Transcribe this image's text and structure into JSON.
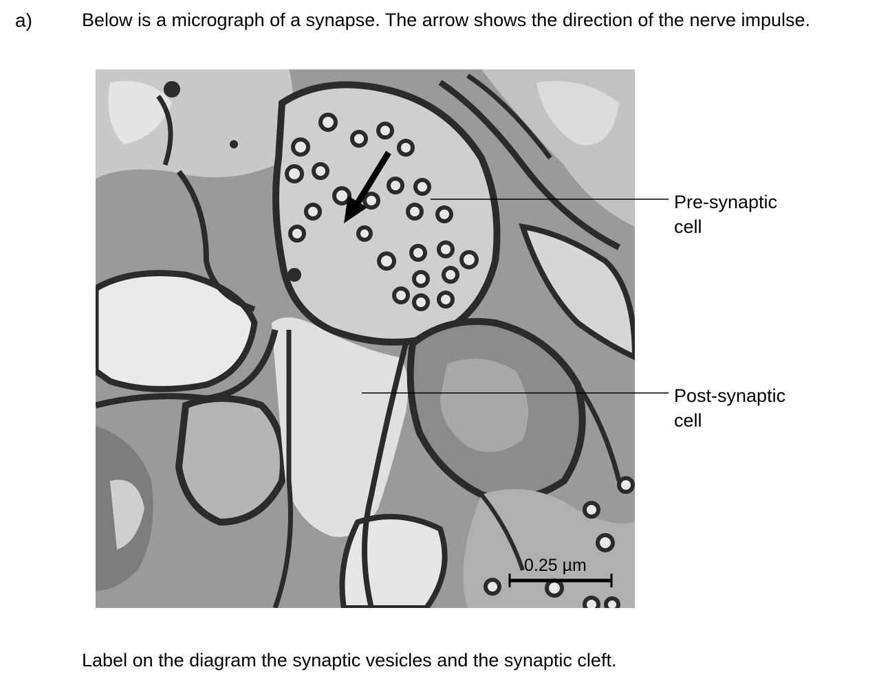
{
  "question": {
    "number": "a)",
    "text": "Below is a micrograph of a synapse. The arrow shows the direction of the nerve impulse."
  },
  "labels": {
    "pre_line1": "Pre-synaptic",
    "pre_line2": "cell",
    "post_line1": "Post-synaptic",
    "post_line2": "cell"
  },
  "scale_bar": {
    "text": "0.25 µm"
  },
  "instruction": "Label on the diagram the synaptic vesicles and the synaptic cleft.",
  "colors": {
    "dark": "#2b2b2b",
    "mid": "#7a7a7a",
    "light": "#bdbdbd",
    "pale": "#e2e2e2"
  }
}
